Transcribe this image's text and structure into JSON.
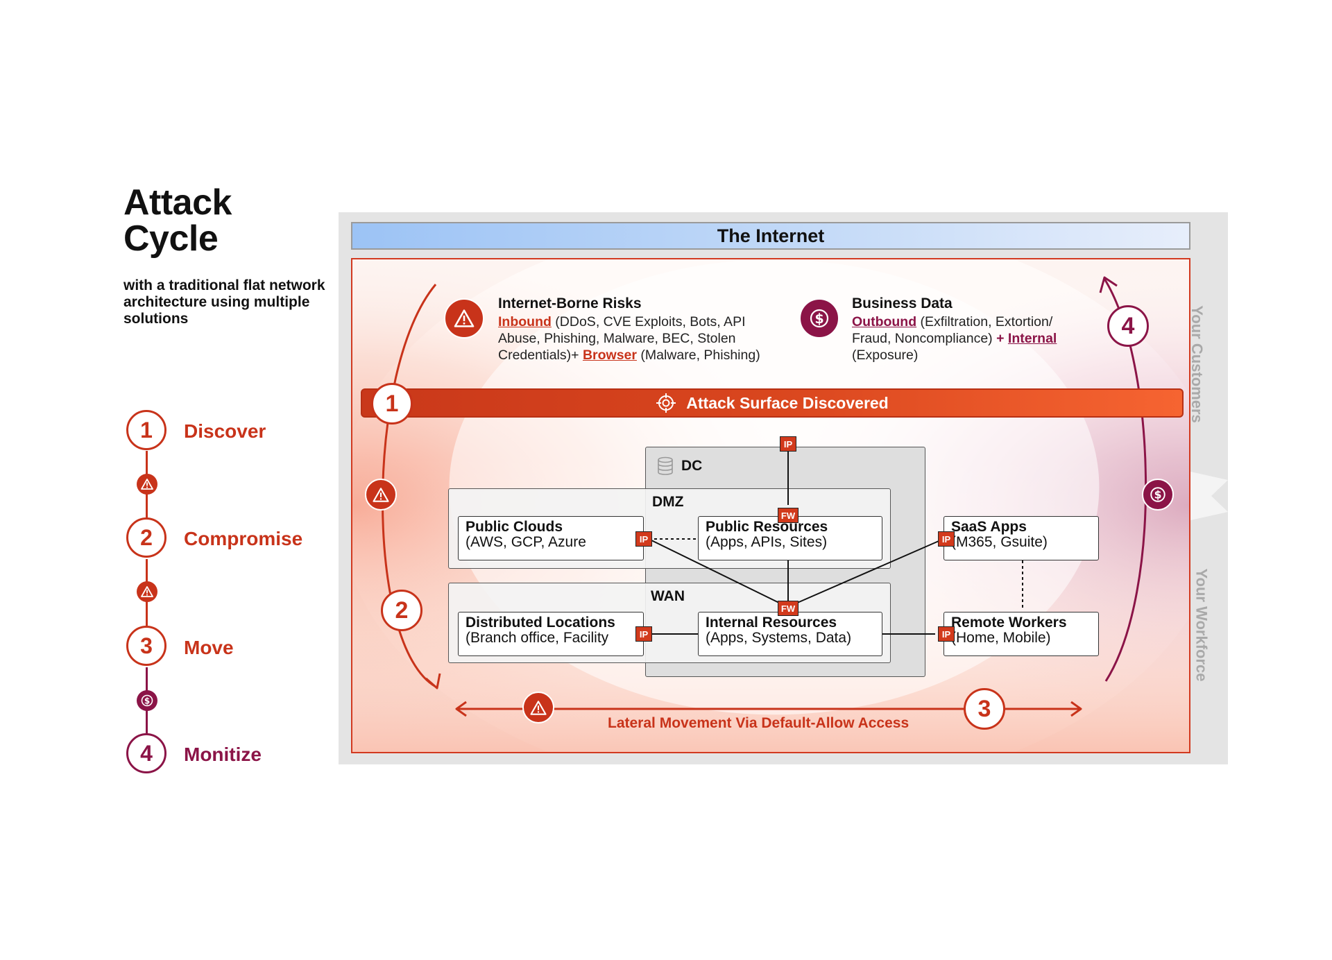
{
  "legend": {
    "title_line1": "Attack",
    "title_line2": "Cycle",
    "subtitle": "with a traditional flat network architecture using multiple solutions",
    "steps": [
      {
        "number": "1",
        "label": "Discover"
      },
      {
        "number": "2",
        "label": "Compromise"
      },
      {
        "number": "3",
        "label": "Move"
      },
      {
        "number": "4",
        "label": "Monitize"
      }
    ]
  },
  "diagram": {
    "internet_label": "The Internet",
    "side_labels": {
      "top": "Your Customers",
      "bottom": "Your Workforce"
    },
    "risks": {
      "title": "Internet-Borne Risks",
      "inbound_link": "Inbound",
      "inbound_text": " (DDoS, CVE Exploits, Bots, API Abuse, Phishing, Malware, BEC, Stolen Credentials)+ ",
      "browser_link": "Browser",
      "browser_text": " (Malware, Phishing)"
    },
    "business": {
      "title": "Business Data",
      "outbound_link": "Outbound",
      "outbound_text": " (Exfiltration, Extortion/ Fraud, Noncompliance) ",
      "plus": "+ ",
      "internal_link": "Internal",
      "internal_text": " (Exposure)"
    },
    "attack_bar_label": "Attack Surface Discovered",
    "zones": {
      "dc": "DC",
      "dmz": "DMZ",
      "wan": "WAN"
    },
    "boxes": {
      "public_clouds": {
        "title": "Public Clouds",
        "detail": "(AWS, GCP, Azure"
      },
      "public_resources": {
        "title": "Public Resources",
        "detail": "(Apps, APIs, Sites)"
      },
      "distributed": {
        "title": "Distributed Locations",
        "detail": "(Branch office, Facility"
      },
      "internal_resources": {
        "title": "Internal Resources",
        "detail": "(Apps, Systems, Data)"
      },
      "saas": {
        "title": "SaaS Apps",
        "detail": "(M365, Gsuite)"
      },
      "remote": {
        "title": "Remote Workers",
        "detail": "(Home, Mobile)"
      }
    },
    "tags": {
      "ip": "IP",
      "fw": "FW"
    },
    "cycle_numbers": [
      "1",
      "2",
      "3",
      "4"
    ],
    "lateral_label": "Lateral Movement Via Default-Allow Access"
  },
  "colors": {
    "red": "#c8331a",
    "purple": "#8b1447",
    "orange_end": "#f66431",
    "internet_blue": "#9cc3f5",
    "panel_gray": "#e4e4e4"
  },
  "icons": [
    "warning-icon",
    "dollar-icon",
    "target-icon",
    "database-icon"
  ]
}
